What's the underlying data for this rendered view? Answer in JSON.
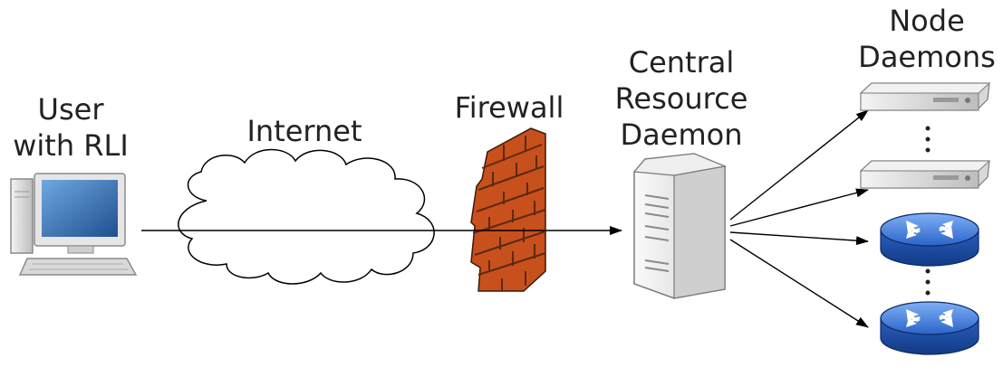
{
  "labels": {
    "user_line1": "User",
    "user_line2": "with RLI",
    "internet": "Internet",
    "firewall": "Firewall",
    "central_line1": "Central",
    "central_line2": "Resource",
    "central_line3": "Daemon",
    "nodes_line1": "Node",
    "nodes_line2": "Daemons"
  },
  "nodes": [
    {
      "kind": "server-blade"
    },
    {
      "kind": "server-blade"
    },
    {
      "kind": "router"
    },
    {
      "kind": "router"
    }
  ],
  "colors": {
    "brick": "#c8501c",
    "mortar": "#5a2a10",
    "router": "#2f6fd6",
    "screen": "#1f5f9f",
    "line": "#000000"
  }
}
